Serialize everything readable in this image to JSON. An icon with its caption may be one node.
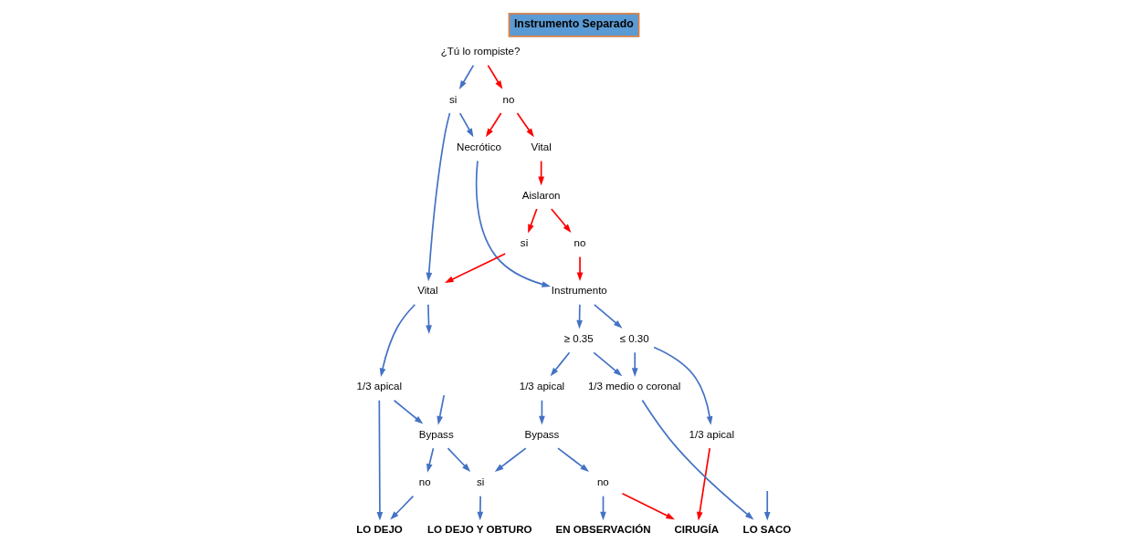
{
  "diagram": {
    "title": "Instrumento Separado",
    "nodes": [
      {
        "text": [
          "¿Tú lo rompiste?"
        ]
      },
      {
        "text": [
          "si"
        ]
      },
      {
        "text": [
          "Necrótico"
        ]
      },
      {
        "text": [
          "no"
        ]
      },
      {
        "text": [
          "Vital"
        ]
      },
      {
        "text": [
          "Aislaron"
        ]
      },
      {
        "text": [
          "si"
        ]
      },
      {
        "text": [
          "Vital"
        ]
      },
      {
        "text": [
          "Instrumento"
        ]
      },
      {
        "text": [
          "no"
        ]
      },
      {
        "text": [
          "1/3 apical"
        ]
      },
      {
        "text": [
          "≥ 0.35"
        ]
      },
      {
        "text": [
          "≤ 0.30"
        ]
      },
      {
        "text": [
          "1/3 apical"
        ]
      },
      {
        "text": [
          "Bypass"
        ]
      },
      {
        "text": [
          "1/3 apical"
        ]
      },
      {
        "text": [
          "1/3 medio o coronal"
        ]
      },
      {
        "text": [
          "no"
        ]
      },
      {
        "text": [
          "si"
        ]
      },
      {
        "text": [
          "Bypass"
        ]
      },
      {
        "text": [
          "no"
        ]
      },
      {
        "text": [
          "LO DEJO"
        ]
      },
      {
        "text": [
          "LO DEJO Y OBTURO"
        ]
      },
      {
        "text": [
          "LO SACO"
        ]
      },
      {
        "text": [
          "EN OBSERVACIÓN"
        ]
      },
      {
        "text": [
          "CIRUGÍA"
        ]
      }
    ],
    "edges": [
      {
        "from": 0,
        "to": 1,
        "arrow": "to"
      },
      {
        "from": 0,
        "to": 3,
        "arrow": "to",
        "color": "#ff0000"
      },
      {
        "from": 1,
        "to": 2,
        "arrow": "to"
      },
      {
        "from": 1,
        "to": 7,
        "arrow": "to"
      },
      {
        "from": 3,
        "to": 2,
        "arrow": "to",
        "color": "#ff0000"
      },
      {
        "from": 3,
        "to": 4,
        "arrow": "to",
        "color": "#ff0000"
      },
      {
        "from": 4,
        "to": 5,
        "arrow": "to",
        "color": "#ff0000"
      },
      {
        "from": 5,
        "to": 6,
        "arrow": "to",
        "color": "#ff0000"
      },
      {
        "from": 5,
        "to": 9,
        "arrow": "to",
        "color": "#ff0000"
      },
      {
        "from": 6,
        "to": 7,
        "arrow": "to",
        "color": "#ff0000"
      },
      {
        "from": 2,
        "to": 8,
        "arrow": "to"
      },
      {
        "from": 9,
        "to": 8,
        "arrow": "to",
        "color": "#ff0000"
      },
      {
        "from": 7,
        "to": 10,
        "arrow": "to"
      },
      {
        "from": 7,
        "to": null,
        "arrow": "to"
      },
      {
        "from": 10,
        "to": 21,
        "arrow": "to"
      },
      {
        "from": 10,
        "to": 14,
        "arrow": "to"
      },
      {
        "from": null,
        "to": 14,
        "arrow": "to"
      },
      {
        "from": null,
        "to": 23,
        "arrow": "to"
      },
      {
        "from": 8,
        "to": 11,
        "arrow": "to"
      },
      {
        "from": 8,
        "to": 12,
        "arrow": "to"
      },
      {
        "from": 12,
        "to": 13,
        "arrow": "to"
      },
      {
        "from": 11,
        "to": 15,
        "arrow": "to"
      },
      {
        "from": 11,
        "to": 16,
        "arrow": "to"
      },
      {
        "from": 12,
        "to": 16,
        "arrow": "to"
      },
      {
        "from": 14,
        "to": 17,
        "arrow": "to"
      },
      {
        "from": 14,
        "to": 18,
        "arrow": "to"
      },
      {
        "from": 15,
        "to": 19,
        "arrow": "to"
      },
      {
        "from": 19,
        "to": 18,
        "arrow": "to"
      },
      {
        "from": 19,
        "to": 20,
        "arrow": "to"
      },
      {
        "from": 16,
        "to": 23,
        "arrow": "to"
      },
      {
        "from": 17,
        "to": 21,
        "arrow": "to"
      },
      {
        "from": 18,
        "to": 22,
        "arrow": "to"
      },
      {
        "from": 20,
        "to": 24,
        "arrow": "to"
      },
      {
        "from": 20,
        "to": 25,
        "arrow": "to",
        "color": "#ff0000"
      },
      {
        "from": 13,
        "to": 25,
        "arrow": "to",
        "color": "#ff0000"
      }
    ]
  }
}
